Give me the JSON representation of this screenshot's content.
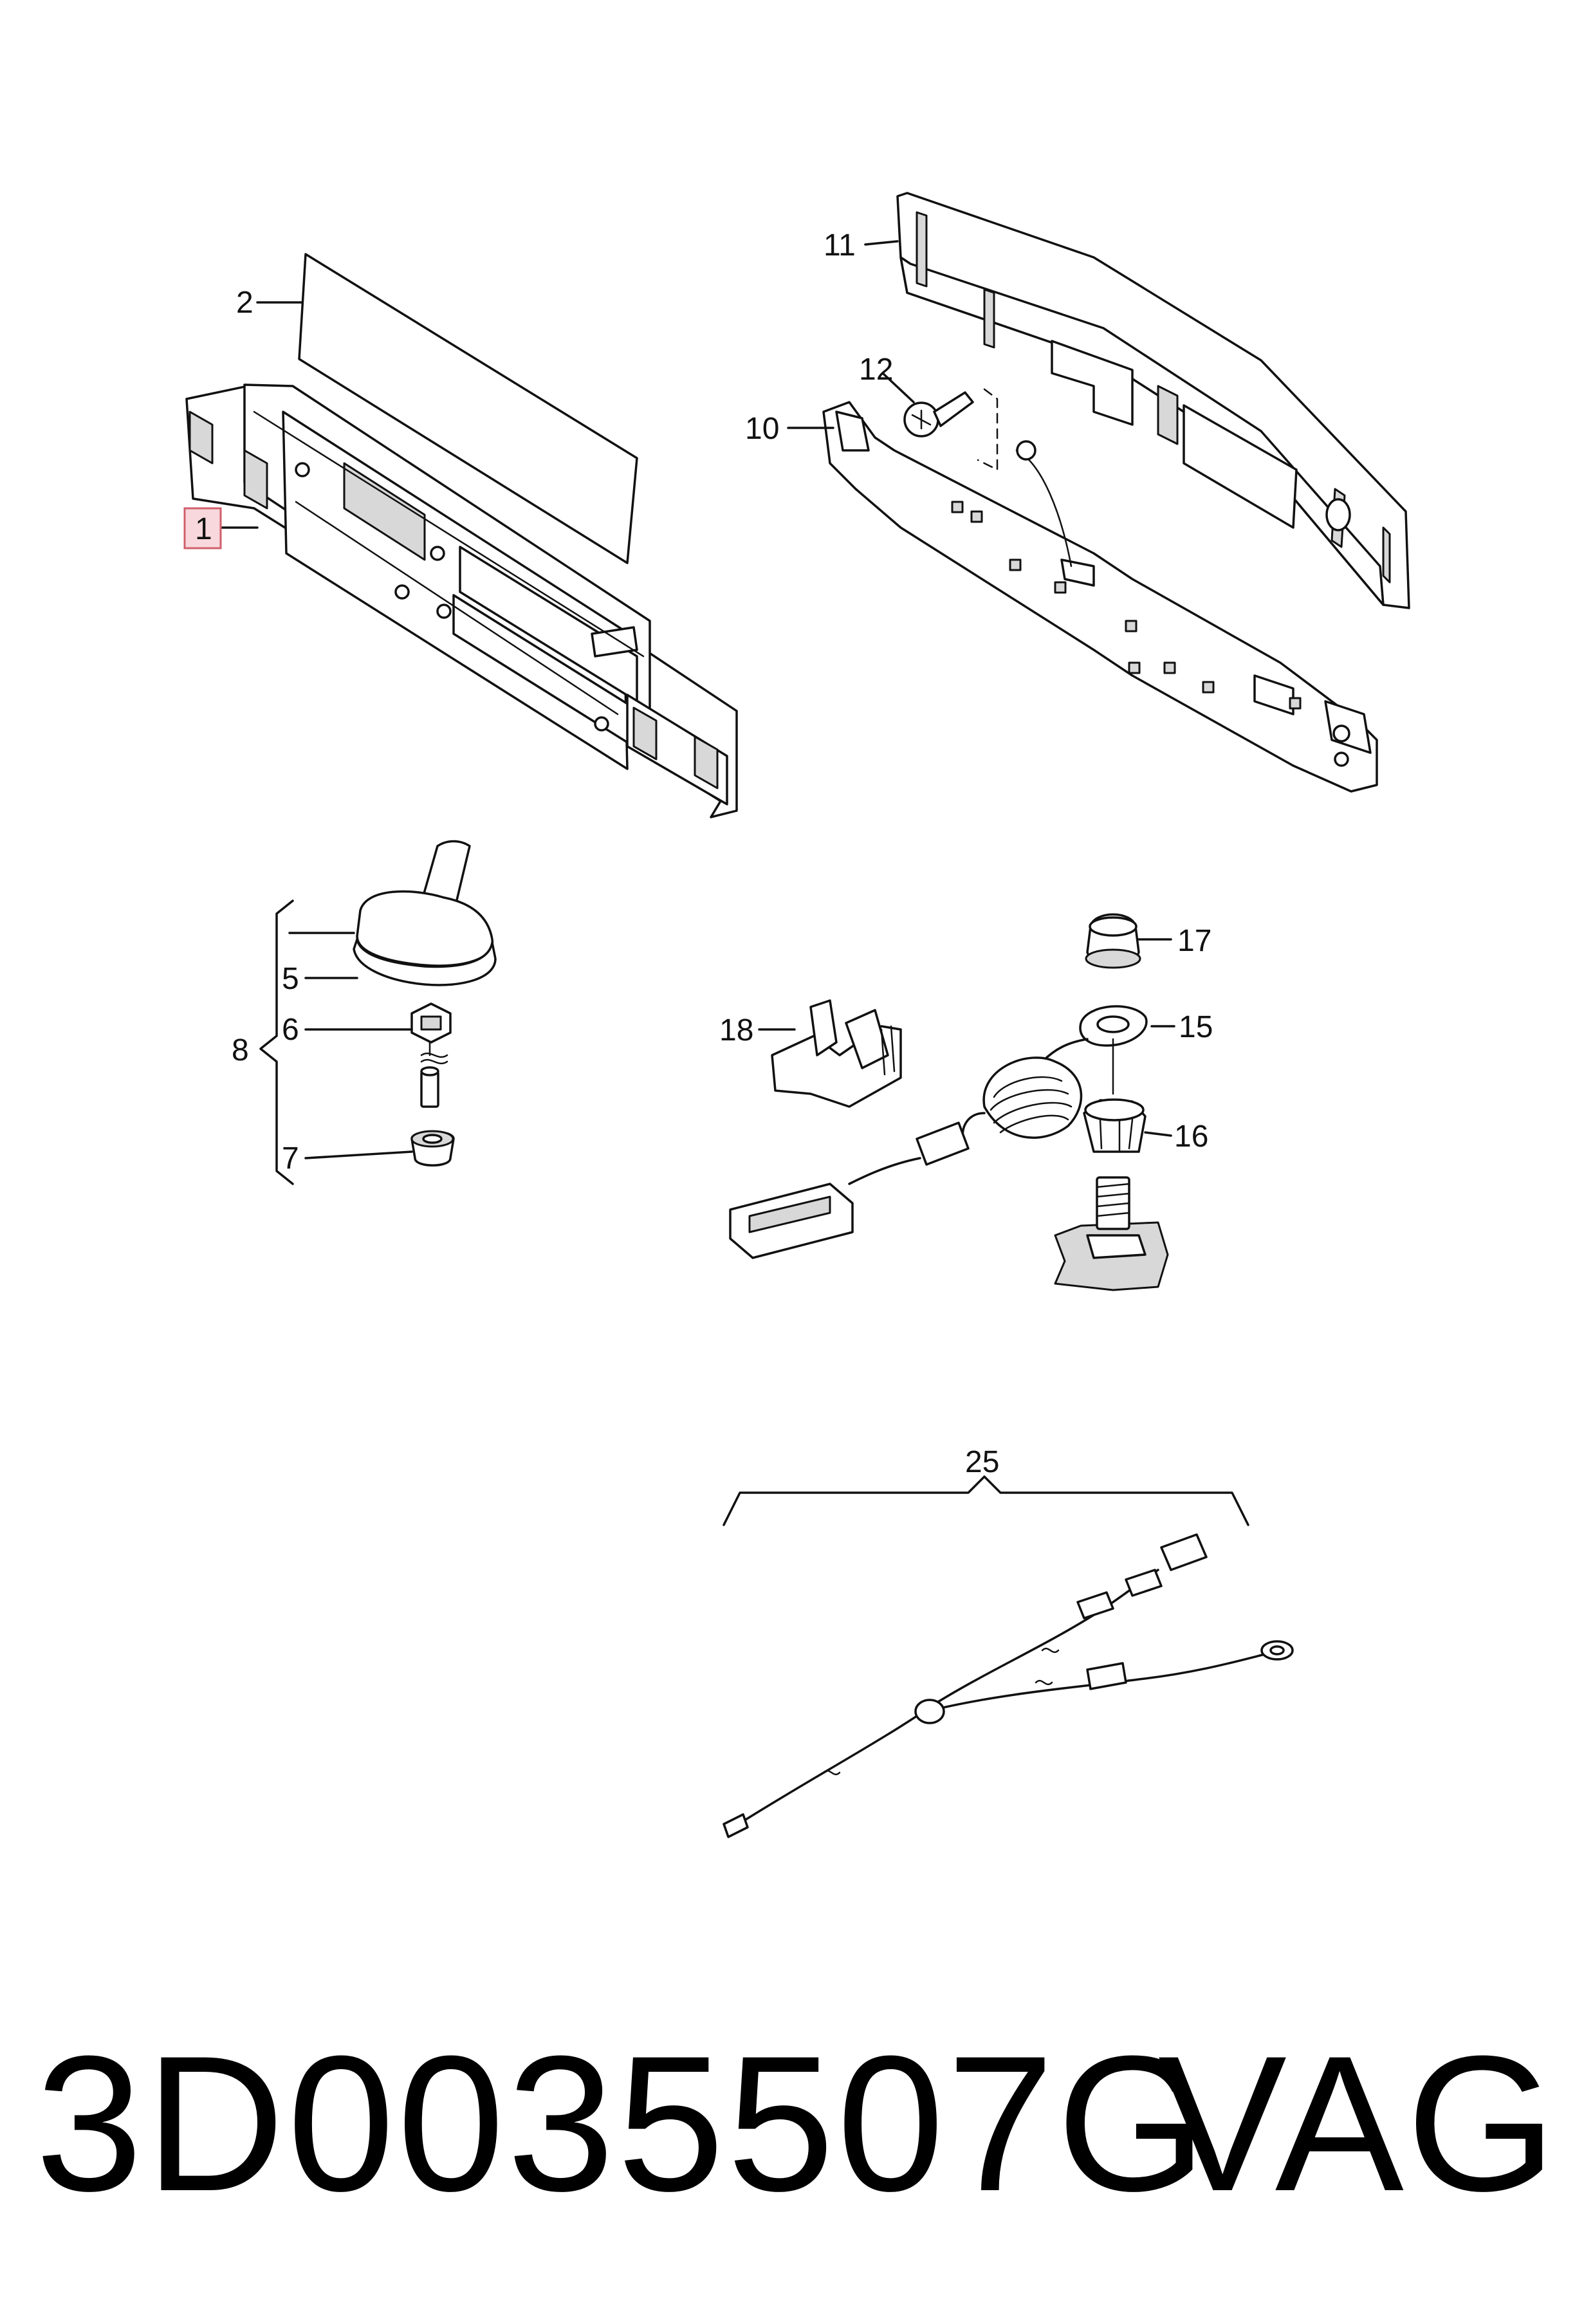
{
  "callouts": {
    "c1": "1",
    "c2": "2",
    "c5": "5",
    "c6": "6",
    "c7": "7",
    "c8": "8",
    "c10": "10",
    "c11": "11",
    "c12": "12",
    "c15": "15",
    "c16": "16",
    "c17": "17",
    "c18": "18",
    "c25": "25"
  },
  "highlight": {
    "callout": "1",
    "color": "#f8d8dc",
    "border": "#d0606c"
  },
  "footer": {
    "part_number": "3D0035507G",
    "brand": "VAG"
  }
}
